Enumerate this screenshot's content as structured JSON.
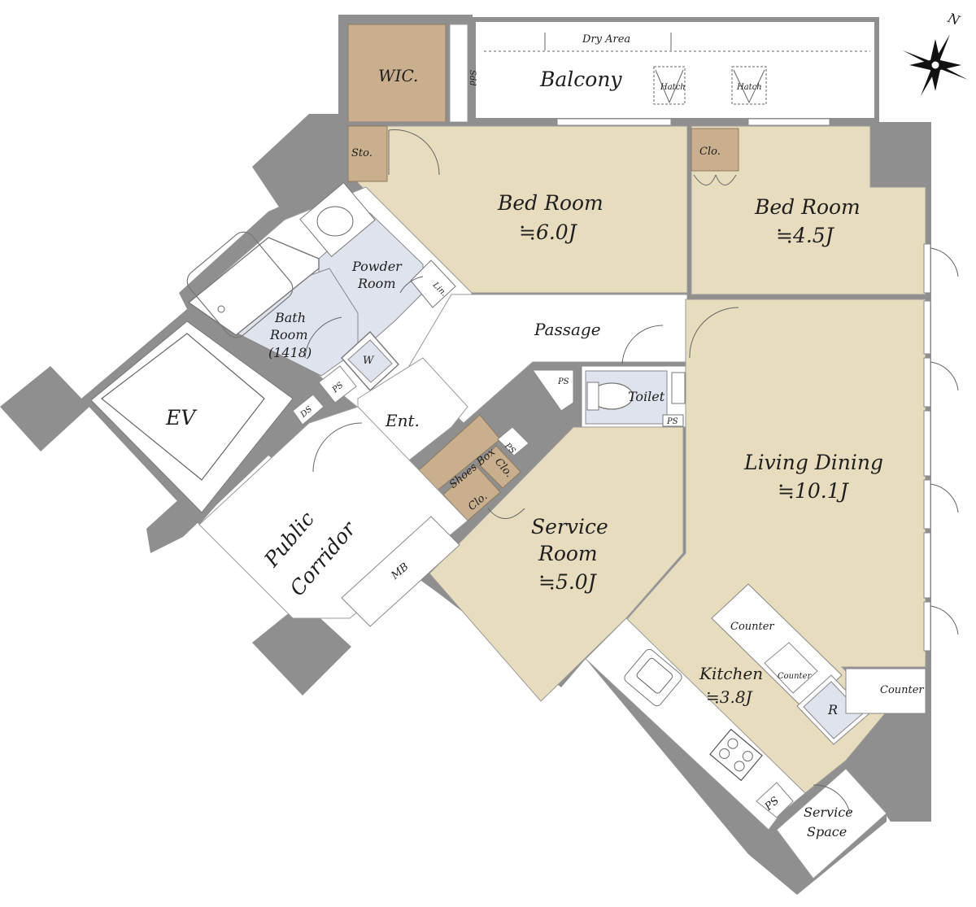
{
  "colors": {
    "room_tan": "#e7dcbd",
    "storage_brown": "#c9af8e",
    "wet_blue": "#dfe3ee",
    "wall_gray": "#8f8f8f",
    "shaft_gray": "#7b7b7b"
  },
  "compass": {
    "north": "N"
  },
  "rooms": {
    "wic": "WIC.",
    "sdd": "Sdd",
    "balcony": "Balcony",
    "dry_area": "Dry Area",
    "hatch": "Hatch",
    "sto": "Sto.",
    "clo": "Clo.",
    "bed1_name": "Bed Room",
    "bed1_size": "≒6.0J",
    "bed2_name": "Bed Room",
    "bed2_size": "≒4.5J",
    "powder_line1": "Powder",
    "powder_line2": "Room",
    "lin": "Lin.",
    "bath_line1": "Bath",
    "bath_line2": "Room",
    "bath_line3": "(1418)",
    "w": "W",
    "passage": "Passage",
    "ps": "PS",
    "toilet": "Toilet",
    "ds": "DS",
    "ev": "EV",
    "ent": "Ent.",
    "shoes_box": "Shoes Box",
    "living_name": "Living Dining",
    "living_size": "≒10.1J",
    "service_line1": "Service",
    "service_line2": "Room",
    "service_size": "≒5.0J",
    "corridor_line1": "Public",
    "corridor_line2": "Corridor",
    "mb": "MB",
    "counter": "Counter",
    "kitchen_name": "Kitchen",
    "kitchen_size": "≒3.8J",
    "r": "R",
    "service_space_line1": "Service",
    "service_space_line2": "Space"
  }
}
